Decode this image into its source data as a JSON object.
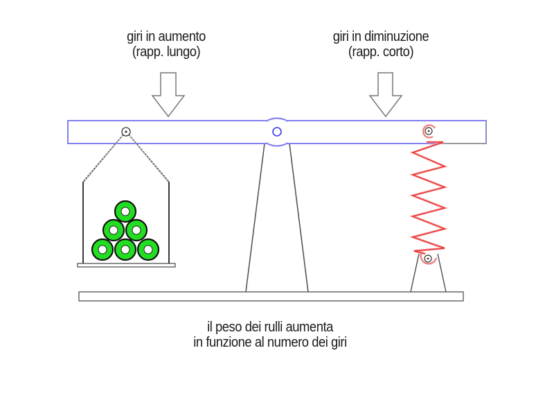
{
  "labels": {
    "left_top": {
      "line1": "giri in aumento",
      "line2": "(rapp. lungo)"
    },
    "right_top": {
      "line1": "giri in diminuzione",
      "line2": "(rapp. corto)"
    },
    "bottom": {
      "line1": "il peso dei rulli aumenta",
      "line2": "in funzione al numero dei giri"
    }
  },
  "colors": {
    "beam_border": "#8080f0",
    "pivot": "#3a3af0",
    "rollers": "#22dd22",
    "spring": "#e82020",
    "structure": "#555555"
  },
  "diagram": {
    "rollers_count": 6,
    "roller_rows": [
      1,
      2,
      3
    ],
    "spring_coils": 7
  }
}
